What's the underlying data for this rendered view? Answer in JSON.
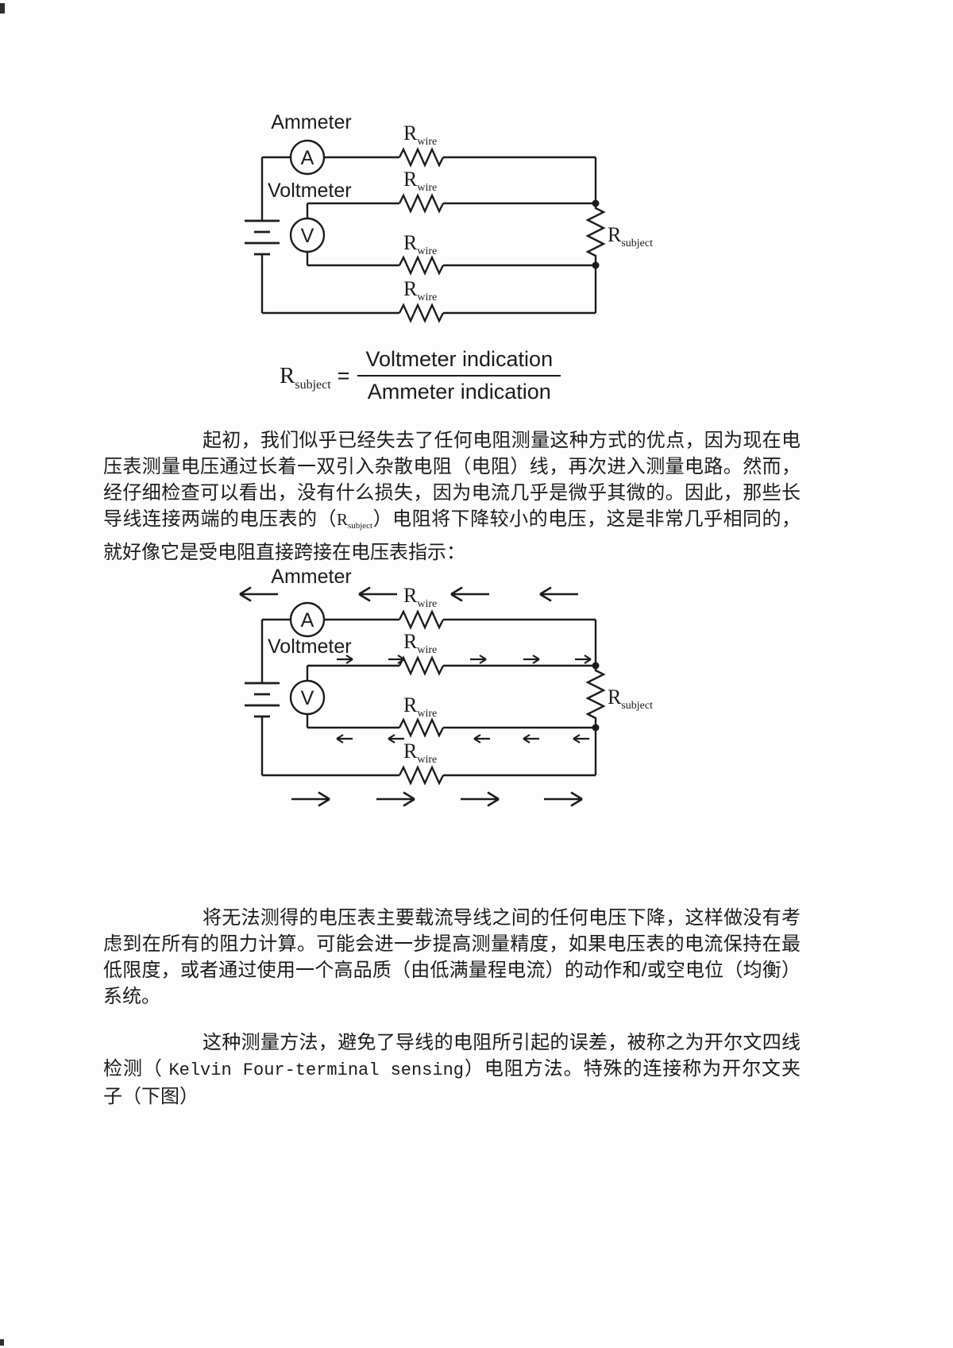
{
  "document": {
    "background": "#fdfdfd",
    "ink_color": "#1c1c1c"
  },
  "figures": {
    "labels": {
      "ammeter": "Ammeter",
      "voltmeter": "Voltmeter",
      "ammeter_symbol": "A",
      "voltmeter_symbol": "V",
      "r": "R",
      "wire_sub": "wire",
      "subject_sub": "subject"
    },
    "fig1": {
      "type": "circuit-schematic",
      "rwire_count": 4,
      "components": [
        "battery",
        "ammeter",
        "voltmeter",
        "Rwire x4",
        "Rsubject"
      ]
    },
    "fig2": {
      "type": "circuit-schematic-with-current-arrows",
      "rwire_count": 4,
      "current_arrows": {
        "top_wire": "left",
        "voltmeter_top_wire": "right",
        "voltmeter_bottom_wire": "left",
        "bottom_wire": "right"
      }
    }
  },
  "formula": {
    "r": "R",
    "r_sub": "subject",
    "equals": "=",
    "numerator": "Voltmeter indication",
    "denominator": "Ammeter indication"
  },
  "paragraphs": {
    "p1": {
      "seg1": "起初，我们似乎已经失去了任何电阻测量这种方式的优点，因为现在电压表测量电压通过长着一双引入杂散电阻（电阻）线，再次进入测量电路。然而，经仔细检查可以看出，没有什么损失，因为电流几乎是微乎其微的。因此，那些长导线连接两端的电压表的（",
      "r": "R",
      "r_sub": "subject",
      "seg2": "）电阻将下降较小的电压，这是非常几乎相同的，就好像它是受电阻直接跨接在电压表指示："
    },
    "p2": "将无法测得的电压表主要载流导线之间的任何电压下降，这样做没有考虑到在所有的阻力计算。可能会进一步提高测量精度，如果电压表的电流保持在最低限度，或者通过使用一个高品质（由低满量程电流）的动作和/或空电位（均衡）系统。",
    "p3": {
      "seg1": "这种测量方法，避免了导线的电阻所引起的误差，被称之为开尔文四线检测（ ",
      "latin": "Kelvin Four-terminal sensing",
      "seg2": "）电阻方法。特殊的连接称为开尔文夹子（下图）"
    }
  }
}
